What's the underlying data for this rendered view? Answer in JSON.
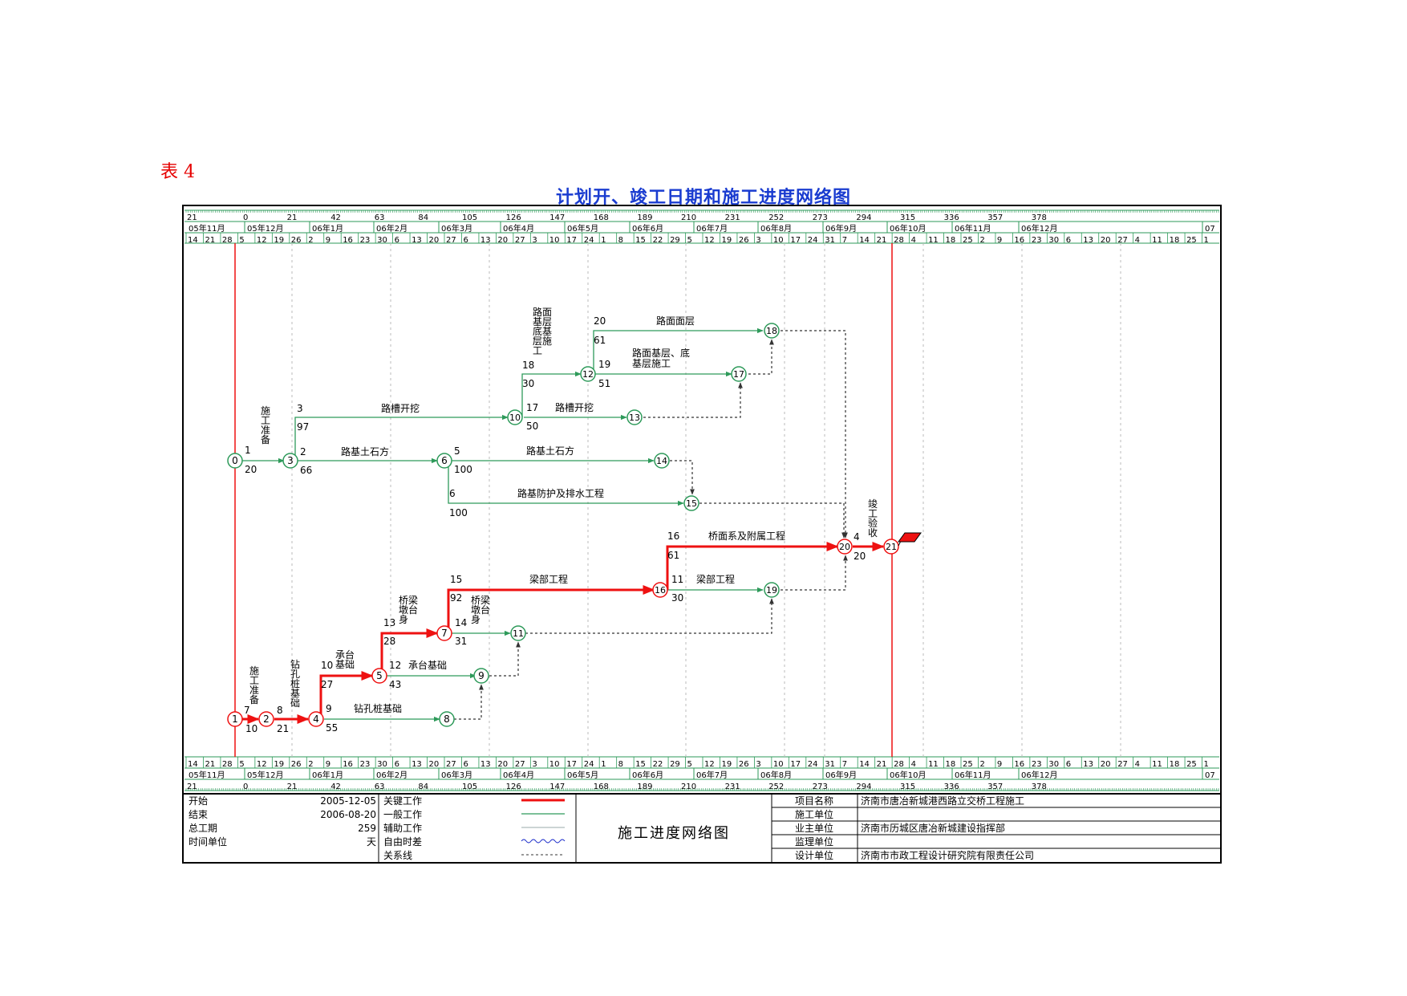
{
  "page_label": "表 4",
  "title": "计划开、竣工日期和施工进度网络图",
  "colors": {
    "critical": "#ee1111",
    "normal": "#2e9a5a",
    "relation": "#333333",
    "border": "#000000",
    "title": "#1a3cd0",
    "label": "#e60000"
  },
  "timeline": {
    "day_numbers": [
      "21",
      "0",
      "21",
      "42",
      "63",
      "84",
      "105",
      "126",
      "147",
      "168",
      "189",
      "210",
      "231",
      "252",
      "273",
      "294",
      "315",
      "336",
      "357",
      "378"
    ],
    "months": [
      "05年11月",
      "05年12月",
      "06年1月",
      "06年2月",
      "06年3月",
      "06年4月",
      "06年5月",
      "06年6月",
      "06年7月",
      "06年8月",
      "06年9月",
      "06年10月",
      "06年11月",
      "06年12月",
      "07"
    ],
    "dates": [
      "14",
      "21",
      "28",
      "5",
      "12",
      "19",
      "26",
      "2",
      "9",
      "16",
      "23",
      "30",
      "6",
      "13",
      "20",
      "27",
      "6",
      "13",
      "20",
      "27",
      "3",
      "10",
      "17",
      "24",
      "1",
      "8",
      "15",
      "22",
      "29",
      "5",
      "12",
      "19",
      "26",
      "3",
      "10",
      "17",
      "24",
      "31",
      "7",
      "14",
      "21",
      "28",
      "4",
      "11",
      "18",
      "25",
      "2",
      "9",
      "16",
      "23",
      "30",
      "6",
      "13",
      "20",
      "27",
      "4",
      "11",
      "18",
      "25",
      "1"
    ]
  },
  "nodes": [
    "0",
    "1",
    "2",
    "3",
    "4",
    "5",
    "6",
    "7",
    "8",
    "9",
    "10",
    "11",
    "12",
    "13",
    "14",
    "15",
    "16",
    "17",
    "18",
    "19",
    "20",
    "21"
  ],
  "activities": {
    "a0_3": {
      "name": "施工准备",
      "id": "1",
      "dur": "20"
    },
    "a1_2": {
      "name": "施工准备",
      "id": "7",
      "dur": "10"
    },
    "a2_4": {
      "name": "钻孔桩基础",
      "id": "8",
      "dur": "21"
    },
    "a3_10": {
      "name": "路槽开挖",
      "id": "3",
      "dur": "97"
    },
    "a3_6": {
      "name": "路基土石方",
      "id": "2",
      "dur": "66"
    },
    "a10_12": {
      "name": "路面基层、底基层施工",
      "id": "18",
      "dur": "30"
    },
    "a12_18": {
      "name": "路面面层",
      "id": "20",
      "dur": "61"
    },
    "a12_17": {
      "name": "路面基层、底基层施工",
      "id": "19",
      "dur": "51"
    },
    "a10_13": {
      "name": "路槽开挖",
      "id": "17",
      "dur": "50"
    },
    "a6_14": {
      "name": "路基土石方",
      "id": "5",
      "dur": "100"
    },
    "a6_15": {
      "name": "路基防护及排水工程",
      "id": "6",
      "dur": "100"
    },
    "a4_5": {
      "name": "承台基础",
      "id": "10",
      "dur": "27"
    },
    "a4_8": {
      "name": "钻孔桩基础",
      "id": "9",
      "dur": "55"
    },
    "a5_7": {
      "name": "桥梁墩台身",
      "id": "13",
      "dur": "28"
    },
    "a5_9": {
      "name": "承台基础",
      "id": "12",
      "dur": "43"
    },
    "a7_16": {
      "name": "梁部工程",
      "id": "15",
      "dur": "92"
    },
    "a7_11": {
      "name": "桥梁墩台身",
      "id": "14",
      "dur": "31"
    },
    "a16_20": {
      "name": "桥面系及附属工程",
      "id": "16",
      "dur": "61"
    },
    "a16_19": {
      "name": "梁部工程",
      "id": "11",
      "dur": "30"
    },
    "a20_21": {
      "name": "竣工验收",
      "id": "4",
      "dur": "20"
    }
  },
  "info": {
    "start_label": "开始",
    "start_value": "2005-12-05",
    "end_label": "结束",
    "end_value": "2006-08-20",
    "total_label": "总工期",
    "total_value": "259",
    "unit_label": "时间单位",
    "unit_value": "天",
    "legend": [
      "关键工作",
      "一般工作",
      "辅助工作",
      "自由时差",
      "关系线"
    ],
    "center_title": "施工进度网络图",
    "project_name_label": "项目名称",
    "project_name": "济南市唐冶新城港西路立交桥工程施工",
    "construction_unit_label": "施工单位",
    "construction_unit": "",
    "owner_label": "业主单位",
    "owner": "济南市历城区唐冶新城建设指挥部",
    "supervisor_label": "监理单位",
    "supervisor": "",
    "design_label": "设计单位",
    "design": "济南市市政工程设计研究院有限责任公司"
  }
}
